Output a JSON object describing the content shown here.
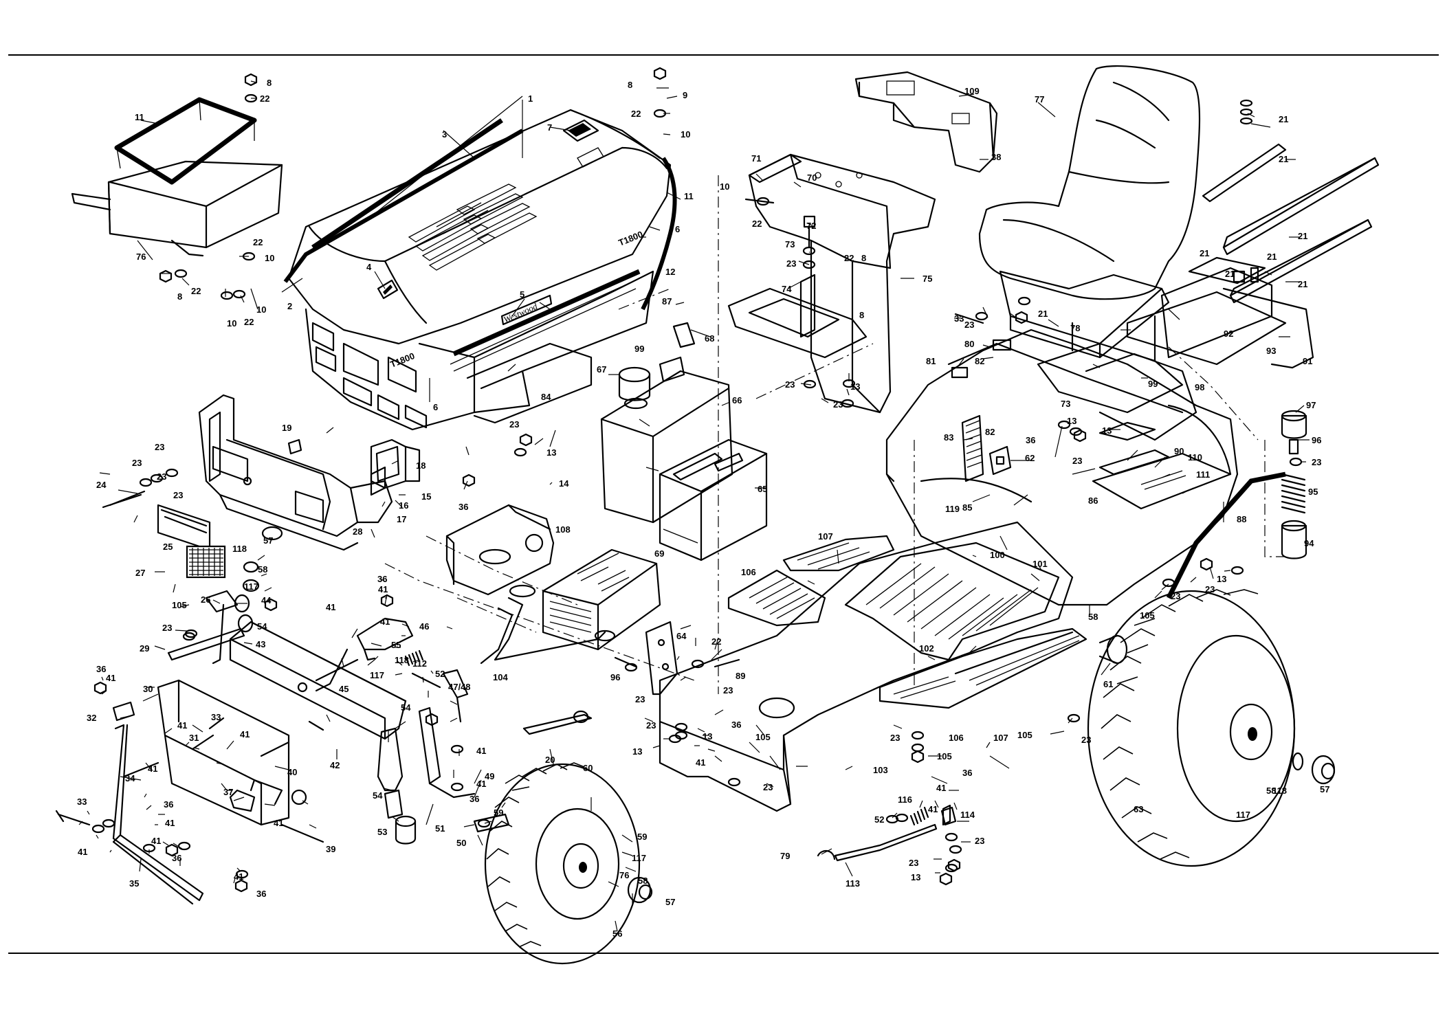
{
  "diagram": {
    "model_marking": "T1800",
    "brand_marking": "Westwood",
    "part_numbers": [
      "1",
      "2",
      "3",
      "4",
      "5",
      "6",
      "7",
      "8",
      "9",
      "10",
      "11",
      "12",
      "13",
      "14",
      "15",
      "16",
      "17",
      "18",
      "19",
      "20",
      "21",
      "22",
      "23",
      "24",
      "25",
      "26",
      "27",
      "28",
      "29",
      "30",
      "31",
      "32",
      "33",
      "34",
      "35",
      "36",
      "37",
      "38",
      "39",
      "40",
      "41",
      "42",
      "43",
      "44",
      "45",
      "46",
      "47/48",
      "49",
      "50",
      "51",
      "52",
      "53",
      "54",
      "55",
      "56",
      "57",
      "58",
      "59",
      "60",
      "61",
      "62",
      "63",
      "64",
      "65",
      "66",
      "67",
      "68",
      "69",
      "70",
      "71",
      "72",
      "73",
      "74",
      "75",
      "76",
      "77",
      "78",
      "79",
      "80",
      "81",
      "82",
      "83",
      "84",
      "85",
      "86",
      "87",
      "88",
      "89",
      "90",
      "91",
      "92",
      "93",
      "94",
      "95",
      "96",
      "97",
      "98",
      "99",
      "100",
      "101",
      "102",
      "103",
      "104",
      "105",
      "106",
      "107",
      "108",
      "109",
      "110",
      "111",
      "112",
      "113",
      "114",
      "116",
      "117",
      "118",
      "119"
    ]
  }
}
